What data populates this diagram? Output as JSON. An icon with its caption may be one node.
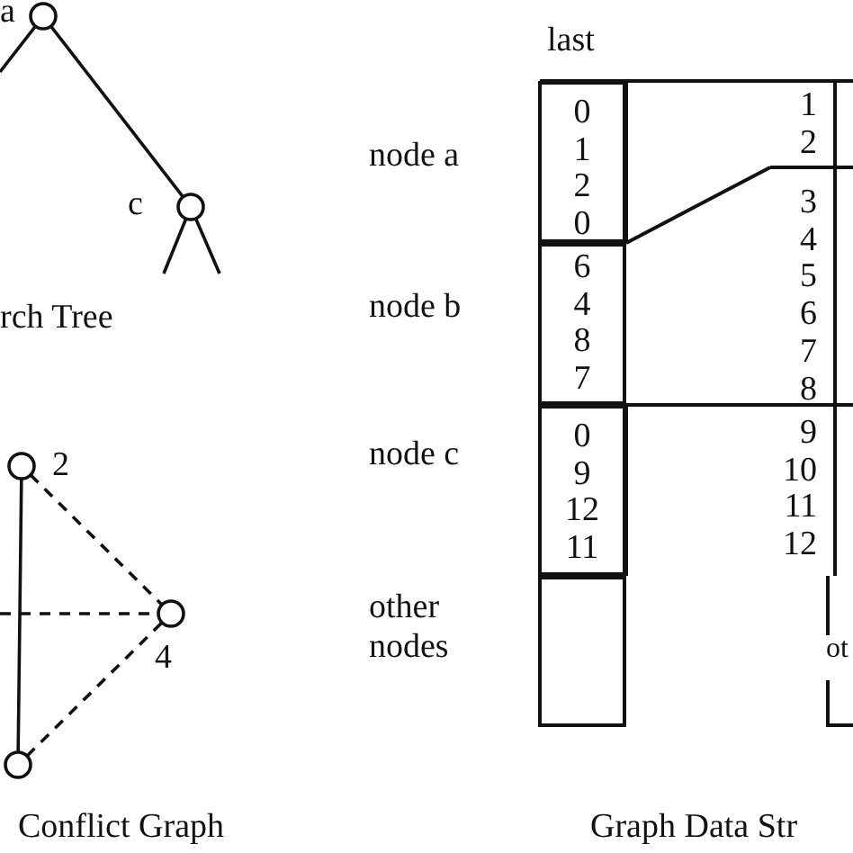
{
  "diagram": {
    "nodes": [
      {
        "text": [
          "a"
        ]
      },
      {
        "text": [
          "c"
        ]
      },
      {
        "text": [
          "2"
        ]
      },
      {
        "text": [
          "4"
        ]
      },
      {
        "text": [],
        "shape": "circle"
      },
      {
        "text": [
          "0 1 2 0"
        ]
      },
      {
        "text": [
          "1 2"
        ]
      },
      {
        "text": [
          "3 4 5 6 7 8"
        ]
      },
      {
        "text": [
          "6 4 8 7"
        ]
      },
      {
        "text": [
          "0 9 12 11"
        ]
      },
      {
        "text": [
          "9 10 11 12"
        ]
      },
      {
        "text": [],
        "shape": "box"
      },
      {
        "text": [
          "ot"
        ]
      }
    ],
    "edges": [
      {
        "from": 0,
        "to": null,
        "arrow": "none"
      },
      {
        "from": 0,
        "to": 1,
        "arrow": "none"
      },
      {
        "from": 1,
        "to": null,
        "arrow": "none"
      },
      {
        "from": 1,
        "to": null,
        "arrow": "none"
      },
      {
        "from": 2,
        "to": 4,
        "arrow": "none"
      },
      {
        "from": 2,
        "to": 3,
        "arrow": "none",
        "style": "dashed"
      },
      {
        "from": 4,
        "to": 3,
        "arrow": "none",
        "style": "dashed"
      },
      {
        "from": null,
        "to": 3,
        "arrow": "none",
        "style": "dashed"
      }
    ],
    "labels": [
      "last",
      "node a",
      "node b",
      "rch Tree",
      "node c",
      "other nodes",
      "Conflict Graph",
      "Graph Data Str"
    ]
  }
}
